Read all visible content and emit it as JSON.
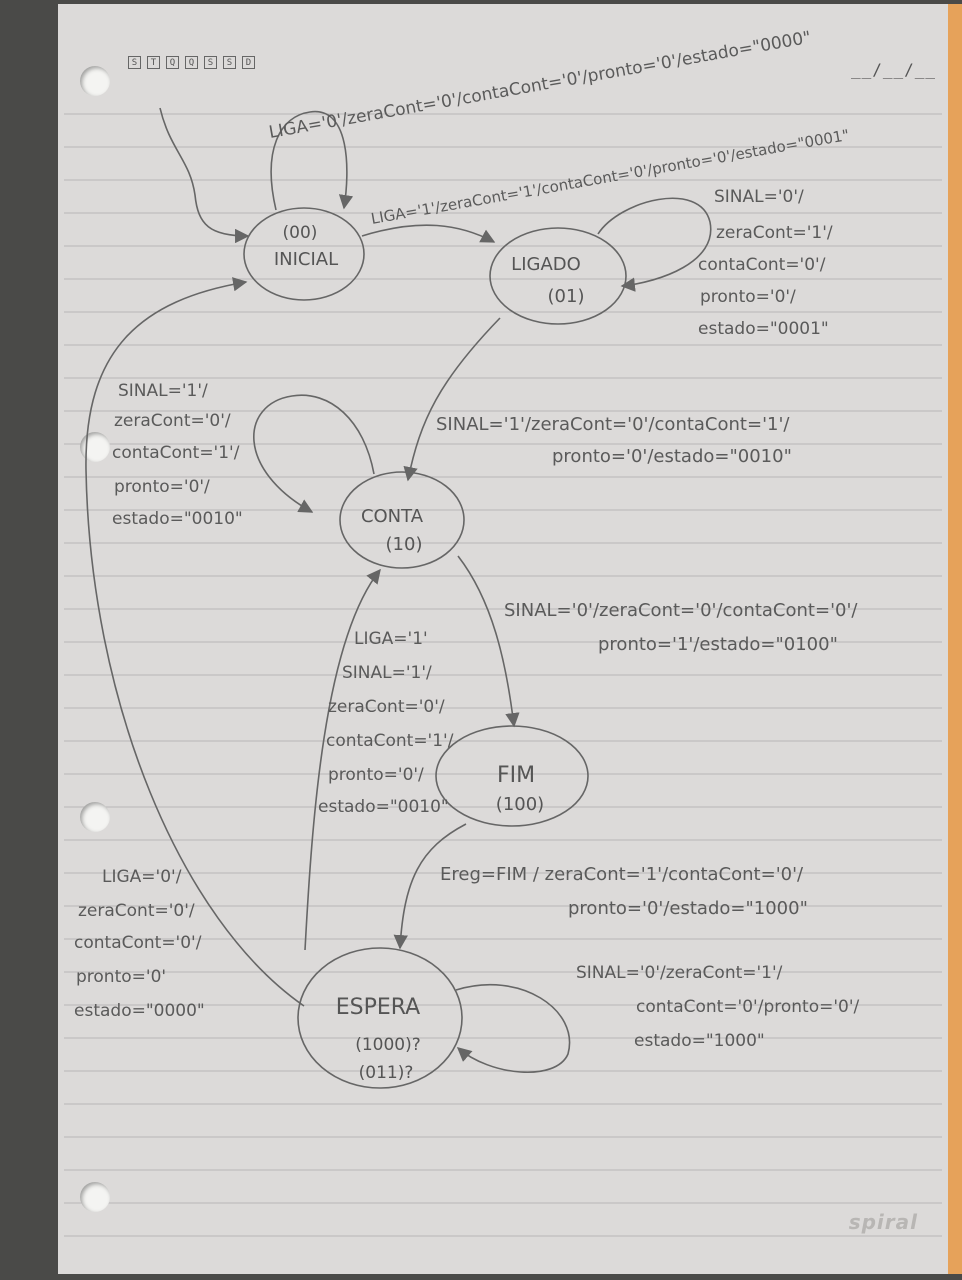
{
  "weekday_boxes": [
    "S",
    "T",
    "Q",
    "Q",
    "S",
    "S",
    "D"
  ],
  "date_blank": "__/__/__",
  "brand": "spiral",
  "states": {
    "inicial": {
      "code": "(00)",
      "name": "INICIAL"
    },
    "ligado": {
      "code": "(01)",
      "name": "LIGADO"
    },
    "conta": {
      "code": "(10)",
      "name": "CONTA"
    },
    "fim": {
      "code": "(100)",
      "name": "FIM"
    },
    "espera": {
      "name": "ESPERA",
      "code1": "(1000)?",
      "code2": "(011)?"
    }
  },
  "labels": {
    "inicial_loop": "LIGA='0'/zeraCont='0'/contaCont='0'/pronto='0'/estado=\"0000\"",
    "inicial_to_ligado_1": "LIGA='1'/zeraCont='1'/contaCont='0'/pronto='0'/estado=\"0001\"",
    "ligado_loop": [
      "SINAL='0'/",
      "zeraCont='1'/",
      "contaCont='0'/",
      "pronto='0'/",
      "estado=\"0001\""
    ],
    "ligado_to_conta_1": "SINAL='1'/zeraCont='0'/contaCont='1'/",
    "ligado_to_conta_2": "pronto='0'/estado=\"0010\"",
    "conta_loop": [
      "SINAL='1'/",
      "zeraCont='0'/",
      "contaCont='1'/",
      "pronto='0'/",
      "estado=\"0010\""
    ],
    "conta_to_fim_1": "SINAL='0'/zeraCont='0'/contaCont='0'/",
    "conta_to_fim_2": "pronto='1'/estado=\"0100\"",
    "espera_to_conta": [
      "LIGA='1'",
      "SINAL='1'/",
      "zeraCont='0'/",
      "contaCont='1'/",
      "pronto='0'/",
      "estado=\"0010\""
    ],
    "fim_to_espera_1": "Ereg=FIM / zeraCont='1'/contaCont='0'/",
    "fim_to_espera_2": "pronto='0'/estado=\"1000\"",
    "espera_to_inicial": [
      "LIGA='0'/",
      "zeraCont='0'/",
      "contaCont='0'/",
      "pronto='0'",
      "estado=\"0000\""
    ],
    "espera_loop": [
      "SINAL='0'/zeraCont='1'/",
      "contaCont='0'/pronto='0'/",
      "estado=\"1000\""
    ]
  }
}
